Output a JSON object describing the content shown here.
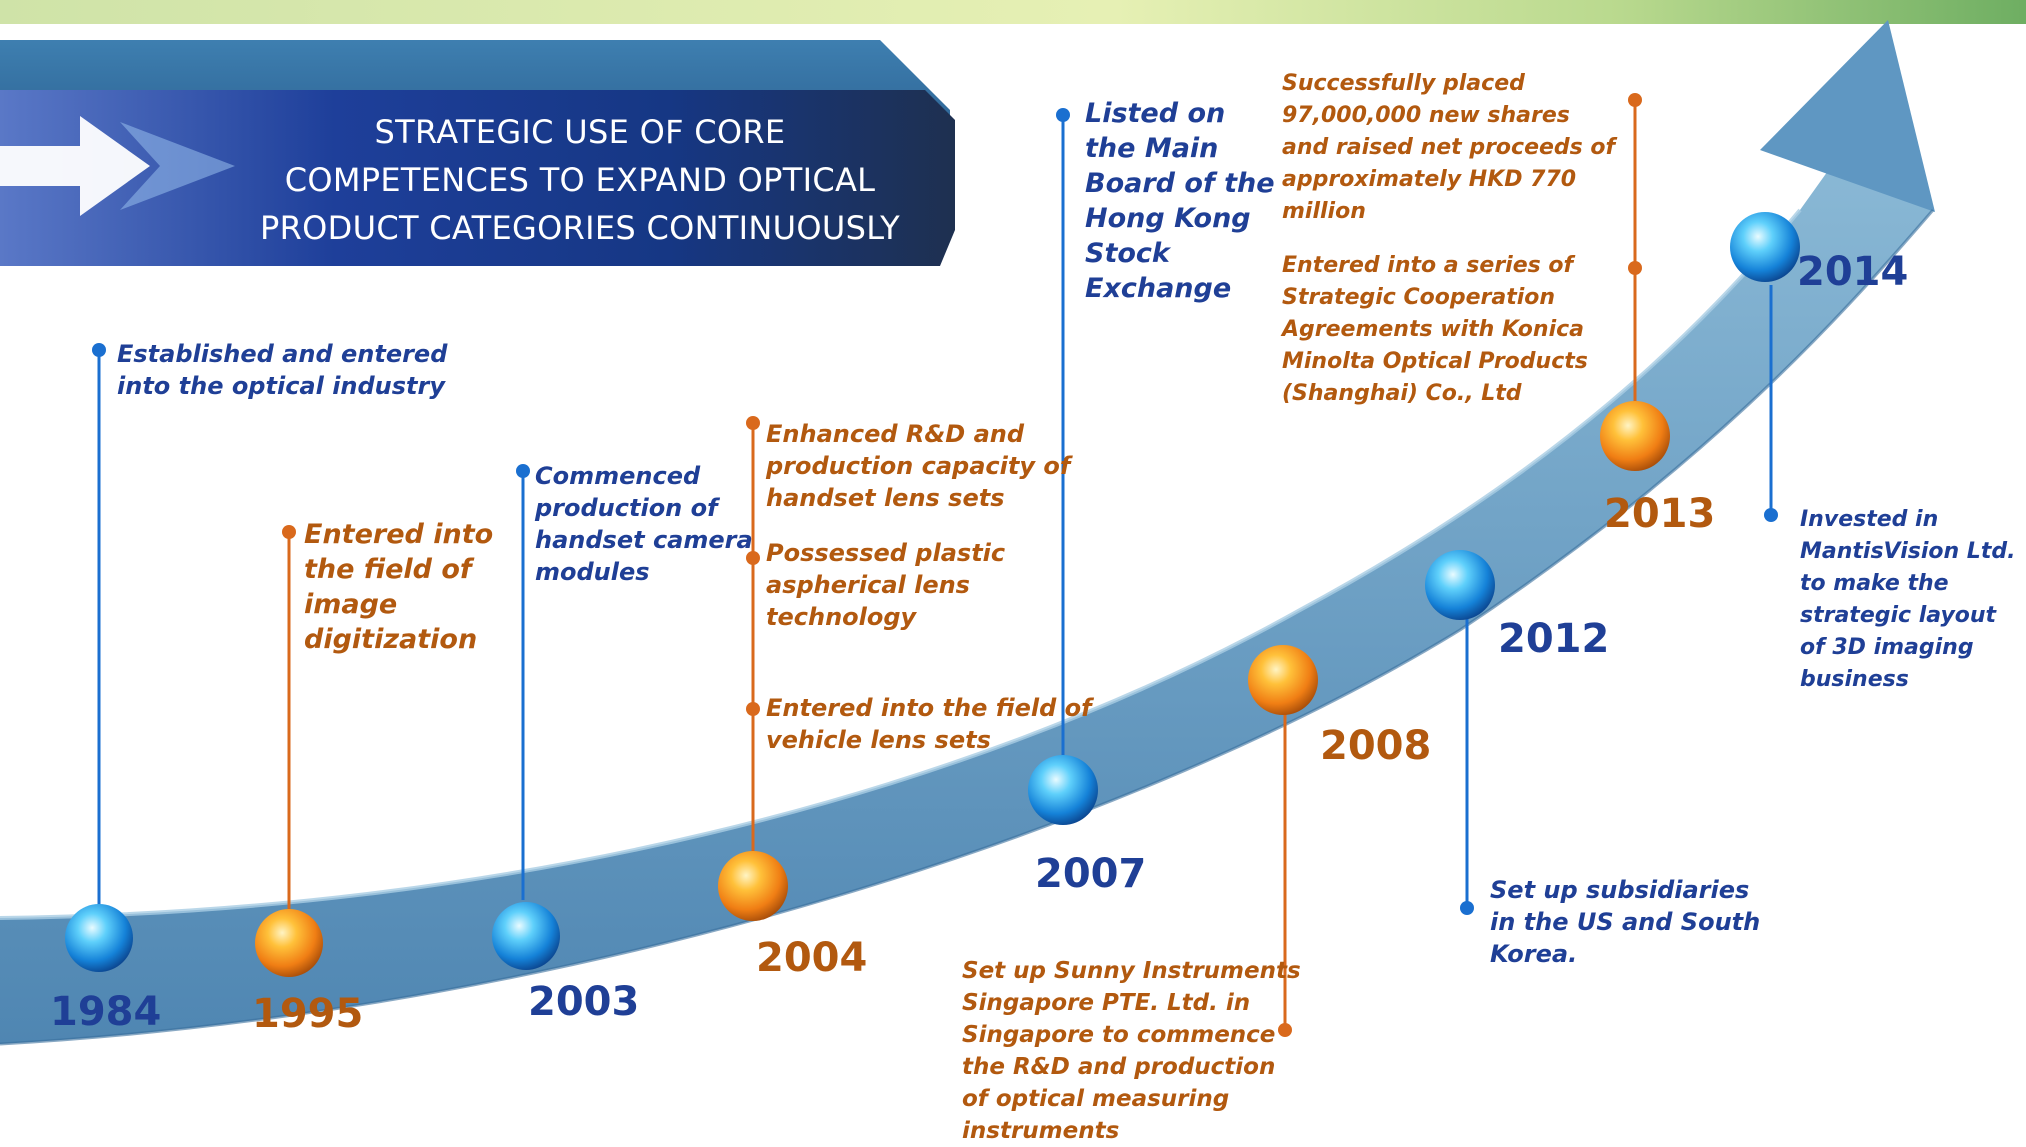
{
  "title": {
    "lines": [
      "STRATEGIC USE OF CORE",
      "COMPETENCES TO EXPAND OPTICAL",
      "PRODUCT CATEGORIES CONTINUOUSLY"
    ]
  },
  "colors": {
    "blue_text": "#1f3f96",
    "orange_text": "#b2590f",
    "blue_line": "#1a6fd0",
    "orange_line": "#d9691c",
    "band": "#6fa3c7",
    "banner": "#1b3a8a"
  },
  "milestones": [
    {
      "year": "1984",
      "color": "blue",
      "notes": [
        {
          "lines": [
            "Established and entered",
            "into the optical industry"
          ]
        }
      ]
    },
    {
      "year": "1995",
      "color": "orange",
      "notes": [
        {
          "lines": [
            "Entered into",
            "the field of",
            "image",
            "digitization"
          ]
        }
      ]
    },
    {
      "year": "2003",
      "color": "blue",
      "notes": [
        {
          "lines": [
            "Commenced",
            "production of",
            "handset camera",
            "modules"
          ]
        }
      ]
    },
    {
      "year": "2004",
      "color": "orange",
      "notes": [
        {
          "lines": [
            "Enhanced R&D and",
            "production capacity of",
            "handset lens sets"
          ]
        },
        {
          "lines": [
            "Possessed plastic",
            "aspherical lens",
            "technology"
          ]
        },
        {
          "lines": [
            "Entered into the field of",
            "vehicle lens sets"
          ]
        }
      ]
    },
    {
      "year": "2007",
      "color": "blue",
      "notes": [
        {
          "lines": [
            "Listed on",
            "the Main",
            "Board of the",
            "Hong Kong",
            "Stock",
            "Exchange"
          ]
        }
      ]
    },
    {
      "year": "2008",
      "color": "orange",
      "notes": [
        {
          "lines": [
            "Set up Sunny Instruments",
            "Singapore PTE. Ltd. in",
            "Singapore to commence",
            "the R&D and production",
            "of optical measuring",
            "instruments"
          ]
        }
      ]
    },
    {
      "year": "2012",
      "color": "blue",
      "notes": [
        {
          "lines": [
            "Set up subsidiaries",
            "in the US and South",
            "Korea."
          ]
        }
      ]
    },
    {
      "year": "2013",
      "color": "orange",
      "notes": [
        {
          "lines": [
            "Successfully placed",
            "97,000,000 new shares",
            "and raised net proceeds of",
            "approximately  HKD 770",
            "million"
          ]
        },
        {
          "lines": [
            "Entered into a series of",
            "Strategic Cooperation",
            "Agreements with Konica",
            "Minolta Optical Products",
            "(Shanghai) Co., Ltd"
          ]
        }
      ]
    },
    {
      "year": "2014",
      "color": "blue",
      "notes": [
        {
          "lines": [
            "Invested in",
            "MantisVision Ltd.",
            "to make the",
            "strategic layout",
            "of 3D imaging",
            "business"
          ]
        }
      ]
    }
  ]
}
